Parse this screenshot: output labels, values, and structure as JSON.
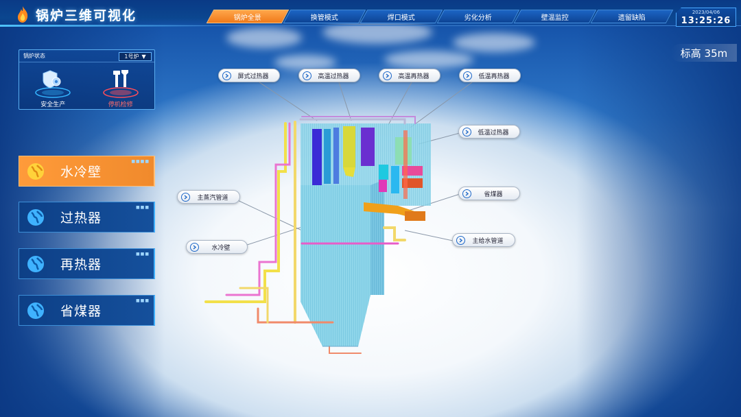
{
  "header": {
    "title": "锅炉三维可视化",
    "nav": [
      "锅炉全景",
      "换管模式",
      "焊口模式",
      "劣化分析",
      "壁温监控",
      "遗留缺陷"
    ],
    "active_nav": 0,
    "date": "2023/04/06",
    "time": "13:25:26"
  },
  "elevation": "标高 35m",
  "status_panel": {
    "title": "锅炉状态",
    "selector": "1号炉",
    "items": [
      {
        "label": "安全生产",
        "icon": "shield-gear-icon"
      },
      {
        "label": "停机检修",
        "icon": "wrench-screwdriver-icon"
      }
    ]
  },
  "menu": [
    {
      "label": "水冷壁",
      "active": true
    },
    {
      "label": "过热器",
      "active": false
    },
    {
      "label": "再热器",
      "active": false
    },
    {
      "label": "省煤器",
      "active": false
    }
  ],
  "labels": {
    "pingshi": "屏式过热器",
    "gaowen_gr": "高温过热器",
    "gaowen_zr": "高温再热器",
    "diwen_zr": "低温再热器",
    "diwen_gr": "低温过热器",
    "zhuzhengqi": "主蒸汽管道",
    "shengmeiqi": "省煤器",
    "zhugeishui": "主给水管道",
    "shuilengbi": "水冷壁"
  },
  "colors": {
    "accent": "#f08a2c",
    "nav_bg": "#0d4494",
    "warn": "#ff6b6b"
  }
}
